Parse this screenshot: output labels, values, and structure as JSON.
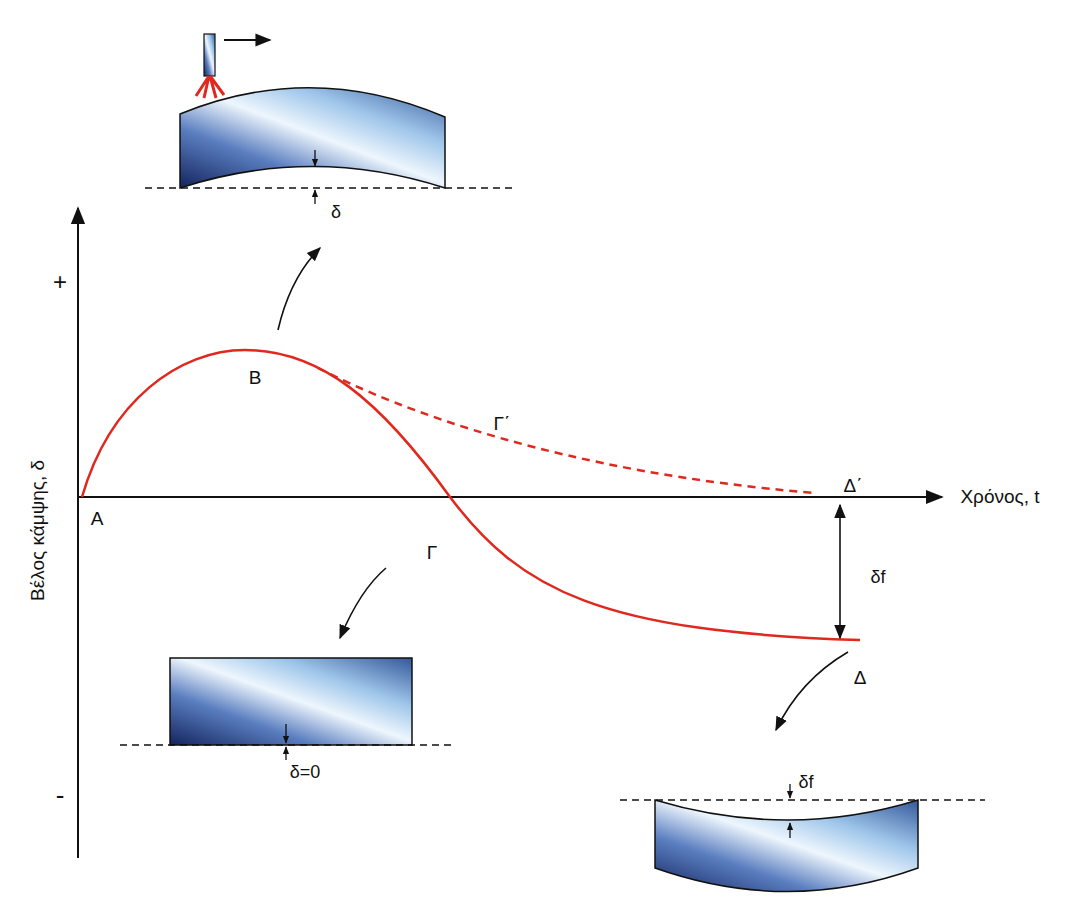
{
  "diagram": {
    "labels": [
      "+",
      "-",
      "Βέλος κάμψης, δ",
      "Χρόνος, t",
      "Α",
      "Β",
      "Γ΄",
      "Δ΄",
      "Γ",
      "Δ",
      "δf",
      "δ",
      "δ=0",
      "δf"
    ]
  }
}
